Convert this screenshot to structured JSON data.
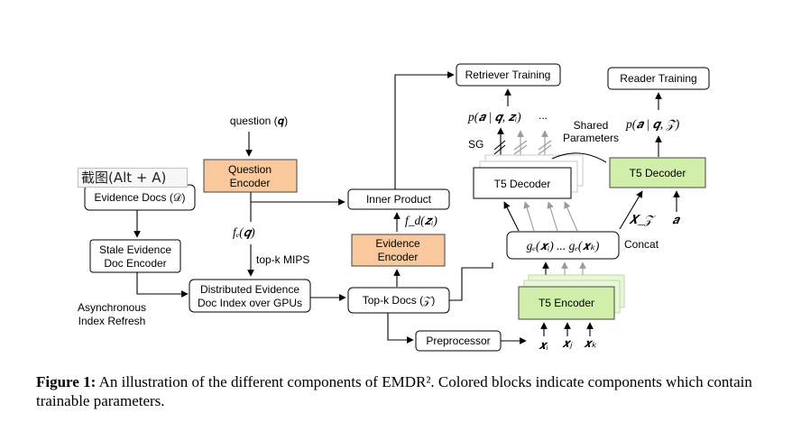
{
  "diagram": {
    "nodes": {
      "evidence_docs": "Evidence Docs (𝒟)",
      "stale_encoder_l1": "Stale Evidence",
      "stale_encoder_l2": "Doc Encoder",
      "async_l1": "Asynchronous",
      "async_l2": "Index Refresh",
      "question": "question (𝒒)",
      "question_encoder_l1": "Question",
      "question_encoder_l2": "Encoder",
      "fe_q": "fₑ(𝒒)",
      "topk_mips": "top-k MIPS",
      "dist_index_l1": "Distributed Evidence",
      "dist_index_l2": "Doc Index over GPUs",
      "inner_product": "Inner Product",
      "fd_z": "f_d(𝒛ᵢ)",
      "evidence_encoder_l1": "Evidence",
      "evidence_encoder_l2": "Encoder",
      "topk_docs": "Top-k Docs (𝒵)",
      "preprocessor": "Preprocessor",
      "retriever_training": "Retriever Training",
      "p_retriever": "p(𝒂 | 𝒒, 𝒛ᵢ)",
      "ellipsis": "...",
      "sg": "SG",
      "t5_decoder_left": "T5 Decoder",
      "shared_l1": "Shared",
      "shared_l2": "Parameters",
      "reader_training": "Reader Training",
      "p_reader": "p(𝒂 | 𝒒, 𝒵)",
      "t5_decoder_right": "T5 Decoder",
      "ge_concat": "gₑ(𝒙ᵢ) ... gₑ(𝒙ₖ)",
      "concat": "Concat",
      "x_z": "𝑿_𝒵",
      "a": "𝒂",
      "t5_encoder": "T5 Encoder",
      "xi": "𝒙ᵢ",
      "xj": "𝒙ⱼ",
      "xk": "𝒙ₖ"
    }
  },
  "caption": {
    "label": "Figure 1:",
    "text": "An illustration of the different components of EMDR². Colored blocks indicate components which contain trainable parameters."
  },
  "overlay": {
    "text": "截图(Alt + A)"
  }
}
